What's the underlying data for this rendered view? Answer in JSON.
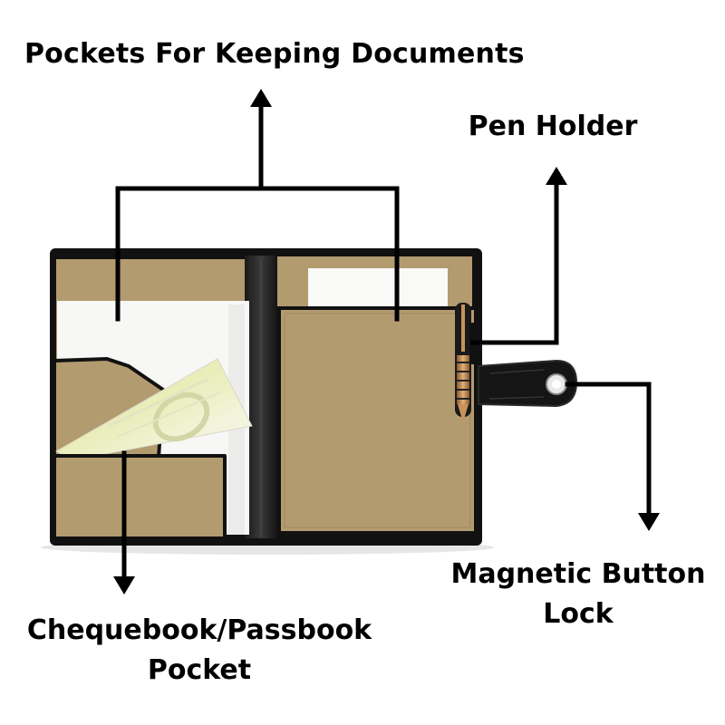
{
  "callouts": {
    "documents_pockets": "Pockets For Keeping Documents",
    "pen_holder": "Pen Holder",
    "magnetic_lock_line1": "Magnetic Button",
    "magnetic_lock_line2": "Lock",
    "cheque_pocket_line1": "Chequebook/Passbook",
    "cheque_pocket_line2": "Pocket"
  },
  "colors": {
    "leather": "#111111",
    "lining": "#b39b70",
    "paper": "#f7f7f5",
    "cheque": "#eef0d2",
    "pen_gold": "#c9925a",
    "arrow": "#000000"
  }
}
